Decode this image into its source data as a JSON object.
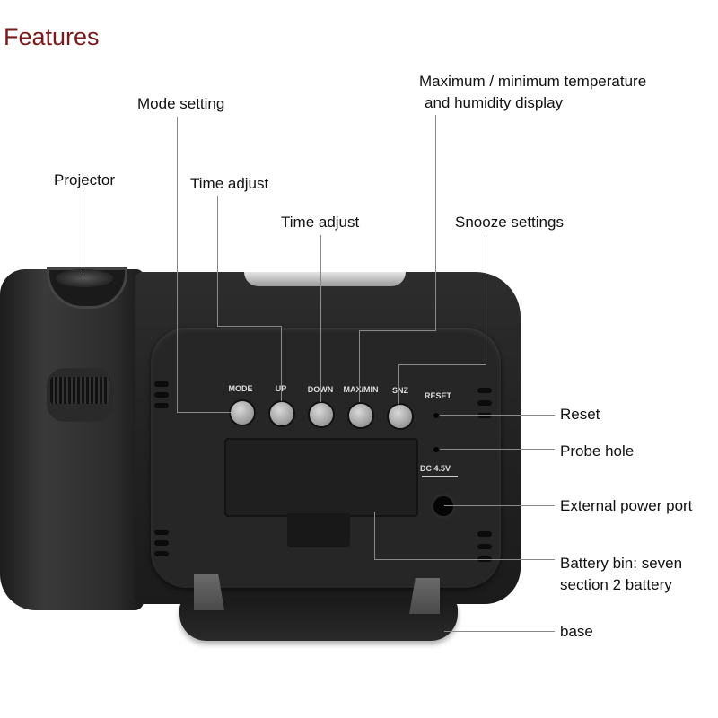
{
  "title": "Features",
  "callouts": {
    "mode_setting": "Mode setting",
    "max_min": "Maximum / minimum temperature",
    "max_min_line2": "and humidity display",
    "projector": "Projector",
    "time_adjust_up": "Time adjust",
    "time_adjust_down": "Time adjust",
    "snooze": "Snooze settings",
    "reset": "Reset",
    "probe_hole": "Probe hole",
    "power_port": "External power port",
    "battery_bin": "Battery bin: seven",
    "battery_bin_line2": "section 2 battery",
    "base": "base"
  },
  "device": {
    "buttons": [
      "MODE",
      "UP",
      "DOWN",
      "MAX/MIN",
      "SNZ"
    ],
    "reset_label": "RESET",
    "dc_label": "DC 4.5V"
  },
  "colors": {
    "title": "#7a1a1a",
    "device_body": "#2a2a2a",
    "callout_line": "#8a8a8a"
  }
}
